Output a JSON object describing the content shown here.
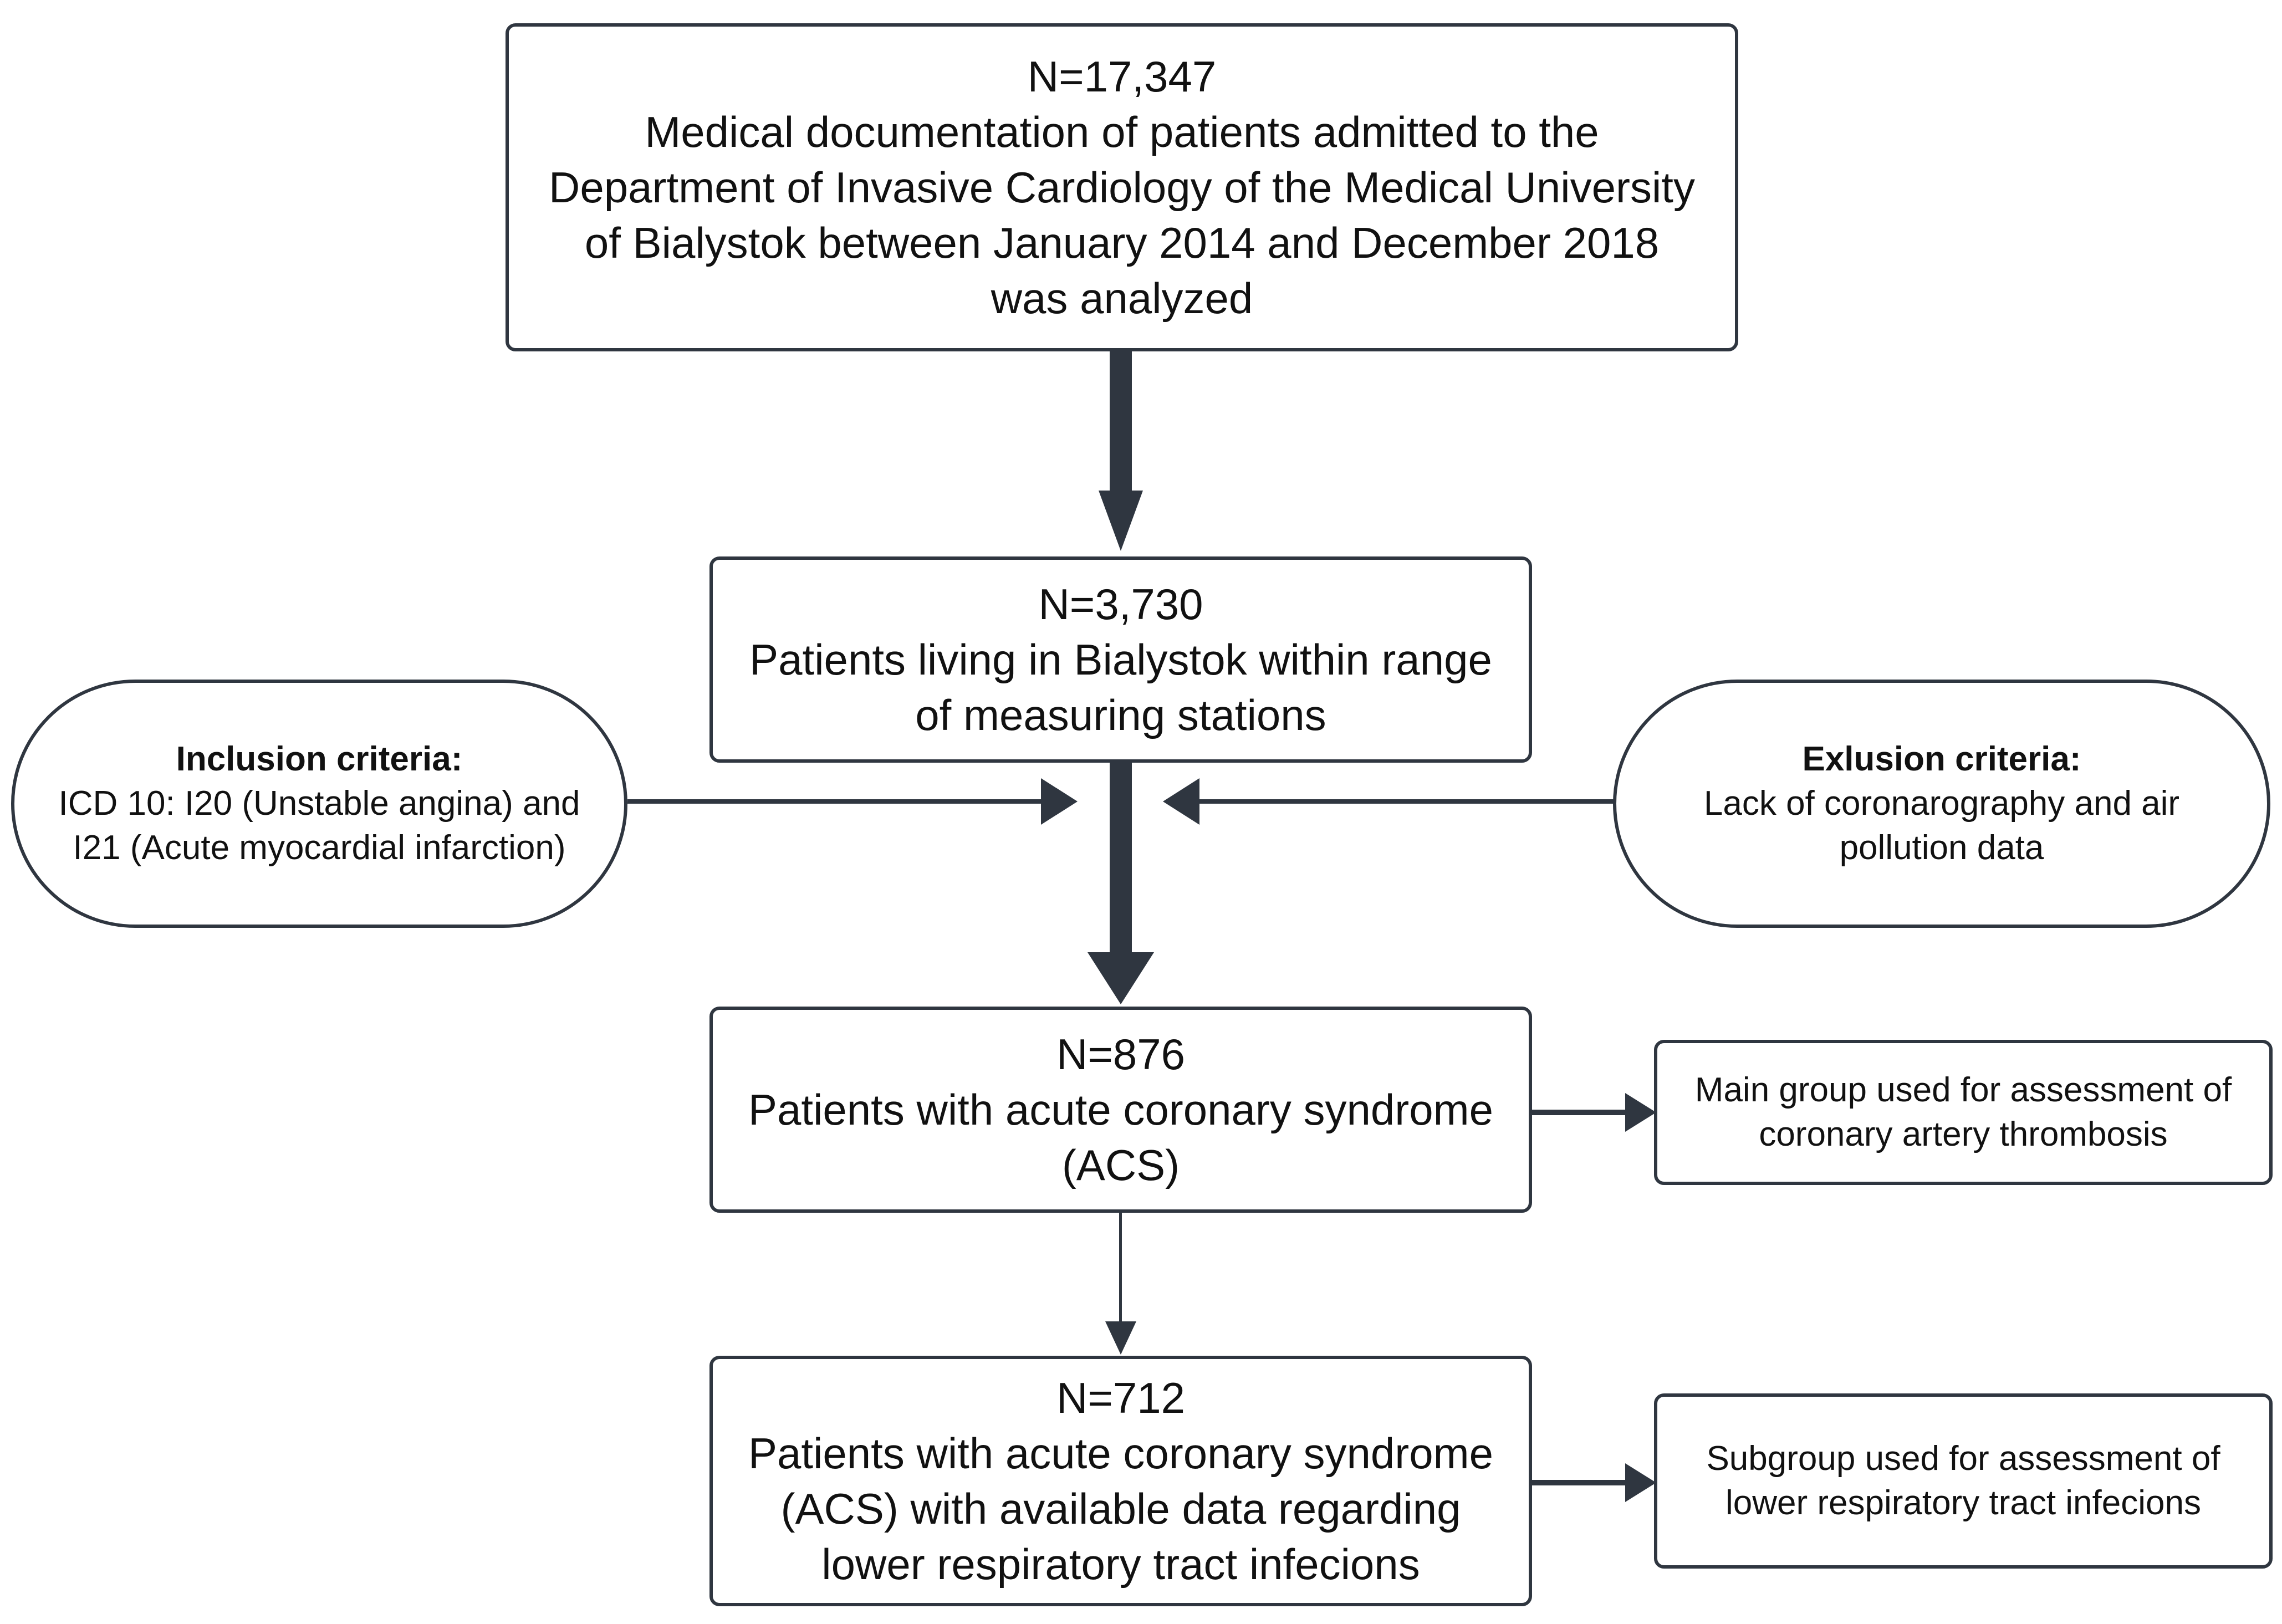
{
  "colors": {
    "stroke": "#2f3640",
    "text": "#111111",
    "background": "#ffffff"
  },
  "boxes": {
    "total": {
      "n": "N=17,347",
      "lines": [
        "Medical documentation of patients admitted to the",
        "Department of Invasive Cardiology of the Medical University",
        "of Bialystok between January 2014 and December 2018",
        "was analyzed"
      ]
    },
    "bialystok": {
      "n": "N=3,730",
      "lines": [
        "Patients living in Bialystok within range",
        "of measuring stations"
      ]
    },
    "acs": {
      "n": "N=876",
      "lines": [
        "Patients with acute coronary syndrome",
        "(ACS)"
      ]
    },
    "lrti": {
      "n": "N=712",
      "lines": [
        "Patients with acute coronary syndrome",
        "(ACS) with available data regarding",
        "lower respiratory tract infecions"
      ]
    },
    "inclusion": {
      "title": "Inclusion criteria:",
      "lines": [
        "ICD 10: I20 (Unstable angina) and",
        "I21 (Acute myocardial infarction)"
      ]
    },
    "exclusion": {
      "title": "Exlusion criteria:",
      "lines": [
        "Lack of coronarography and air",
        "pollution data"
      ]
    },
    "main_group": {
      "lines": [
        "Main group used for assessment of",
        "coronary artery thrombosis"
      ]
    },
    "subgroup": {
      "lines": [
        "Subgroup used for assessment of",
        "lower respiratory tract infecions"
      ]
    }
  }
}
